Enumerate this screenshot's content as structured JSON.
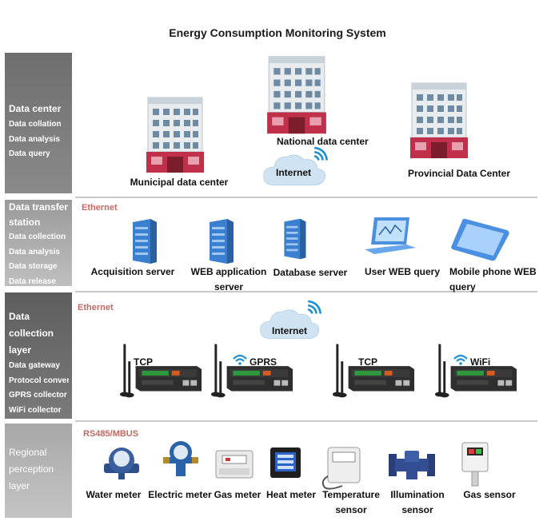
{
  "title": "Energy Consumption Monitoring System",
  "colors": {
    "sidebar_dark": "#6e6e6e",
    "sidebar_light": "#a8a8a8",
    "section_label": "#c46a63",
    "cloud": "#cfe3f2",
    "wifi": "#1e90d6",
    "building_red": "#c0304a",
    "server_blue": "#3a7fd0"
  },
  "layers": [
    {
      "title": "Data center",
      "items": [
        "Data collation",
        "Data analysis",
        "Data query"
      ]
    },
    {
      "title": "Data transfer station",
      "items": [
        "Data collection",
        "Data analysis",
        "Data storage",
        "Data release"
      ]
    },
    {
      "title": "Data collection layer",
      "items": [
        "Data gateway",
        "Protocol convert",
        "GPRS collector",
        "WiFi collector"
      ]
    },
    {
      "title": "Regional perception layer",
      "items": []
    }
  ],
  "data_center": {
    "national": "National data center",
    "municipal": "Municipal data center",
    "provincial": "Provincial Data Center",
    "internet": "Internet"
  },
  "transfer": {
    "label": "Ethernet",
    "nodes": [
      "Acquisition server",
      "WEB application server",
      "Database server",
      "User WEB query",
      "Mobile phone WEB query"
    ]
  },
  "collection": {
    "label": "Ethernet",
    "internet": "Internet",
    "gateways": [
      "TCP",
      "GPRS",
      "TCP",
      "WiFi"
    ]
  },
  "perception": {
    "label": "RS485/MBUS",
    "devices": [
      "Water meter",
      "Electric meter",
      "Gas meter",
      "Heat meter",
      "Temperature sensor",
      "Illumination sensor",
      "Gas sensor"
    ]
  }
}
